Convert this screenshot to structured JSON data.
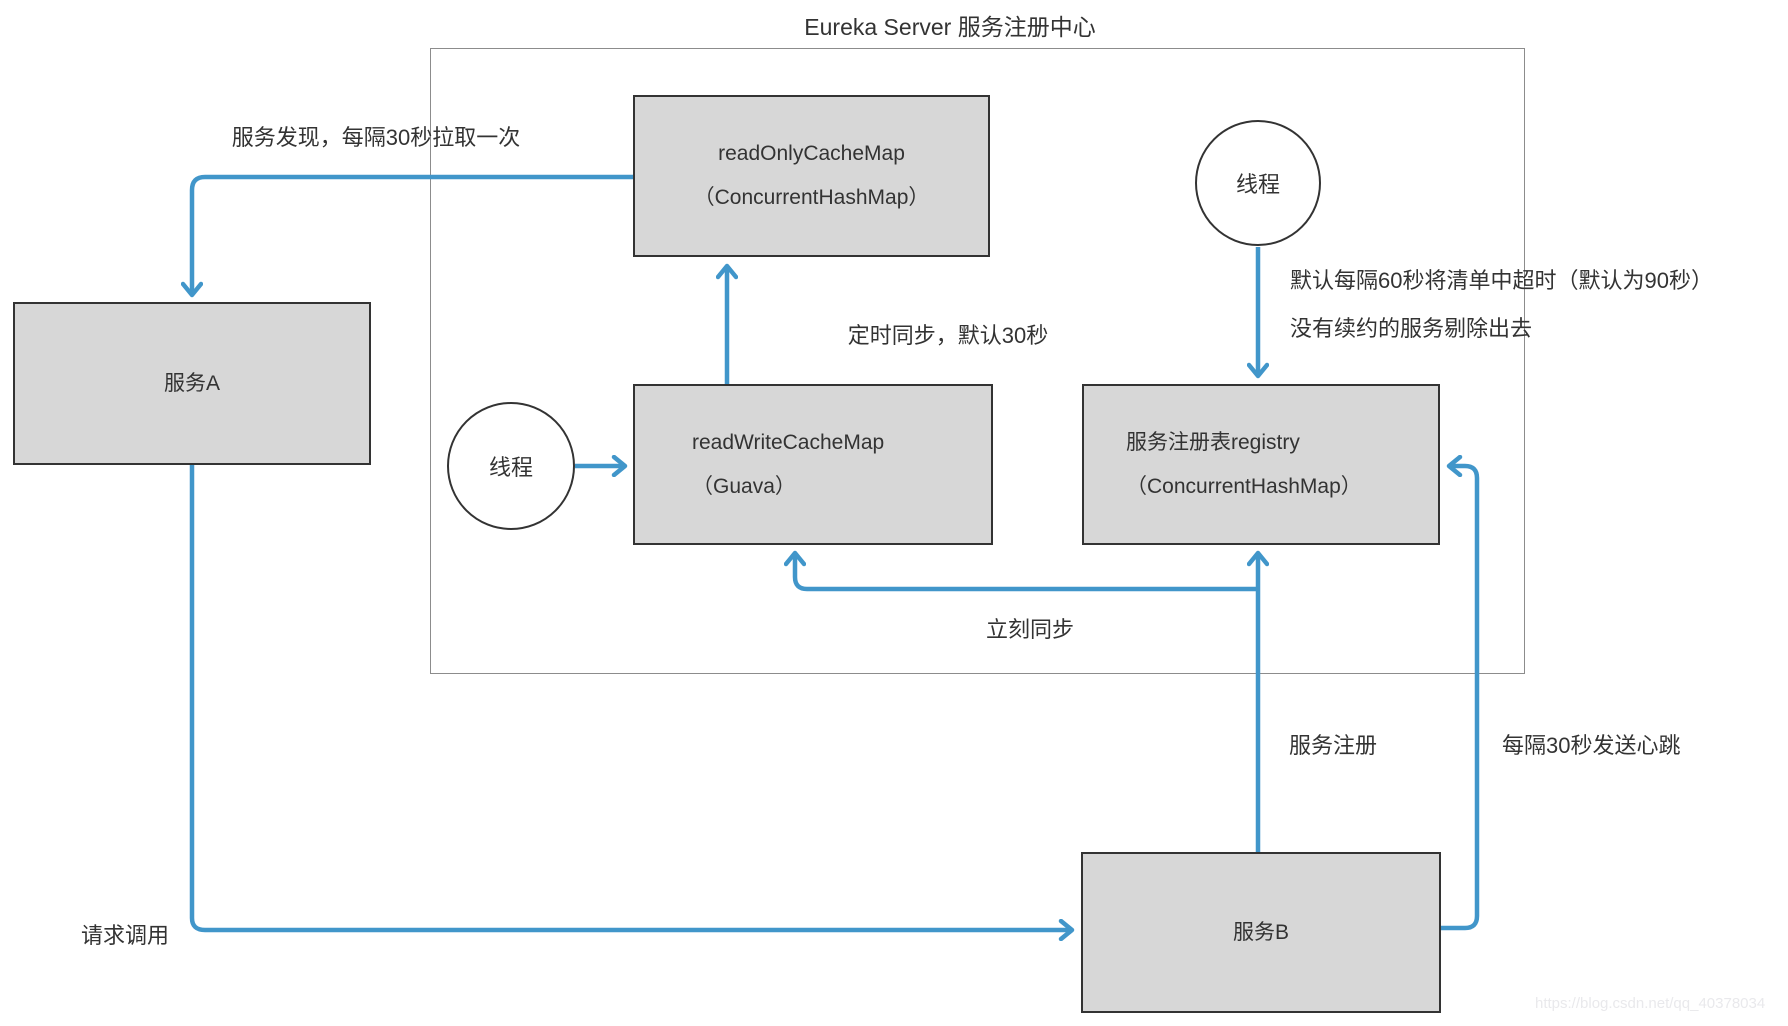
{
  "title": "Eureka Server 服务注册中心",
  "colors": {
    "accent_blue": "#4196ca",
    "node_fill": "#d7d7d7",
    "node_border": "#333333",
    "container_border": "#8c8c8c",
    "text": "#333333",
    "watermark": "#e9e9ec"
  },
  "nodes": {
    "read_only_cache": {
      "line1": "readOnlyCacheMap",
      "line2": "（ConcurrentHashMap）"
    },
    "read_write_cache": {
      "line1": "readWriteCacheMap",
      "line2": "（Guava）"
    },
    "registry": {
      "line1": "服务注册表registry",
      "line2": "（ConcurrentHashMap）"
    },
    "service_a": {
      "label": "服务A"
    },
    "service_b": {
      "label": "服务B"
    },
    "thread_left": {
      "label": "线程"
    },
    "thread_right": {
      "label": "线程"
    }
  },
  "edge_labels": {
    "discovery": "服务发现，每隔30秒拉取一次",
    "timer_sync": "定时同步，默认30秒",
    "evict_line1": "默认每隔60秒将清单中超时（默认为90秒）",
    "evict_line2": "没有续约的服务剔除出去",
    "immediate_sync": "立刻同步",
    "register": "服务注册",
    "heartbeat": "每隔30秒发送心跳",
    "request_call": "请求调用"
  },
  "watermark": "https://blog.csdn.net/qq_40378034"
}
